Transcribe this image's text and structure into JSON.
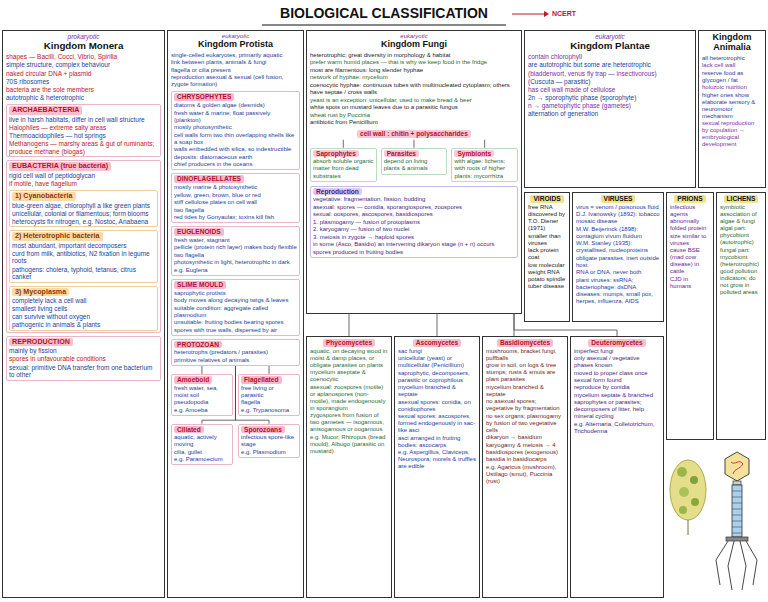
{
  "diagram": {
    "title": "BIOLOGICAL CLASSIFICATION",
    "nodes": [
      {
        "text": [
          "prokaryotic",
          "Kingdom Monera",
          "shapes — Bacilli, Cocci, Vibrio, Spirilla",
          "simple structure, complex behaviour",
          "naked circular DNA + plasmid",
          "70S ribosomes",
          "bacteria are the sole members",
          "autotrophic & heterotrophic"
        ]
      },
      {
        "text": [
          "ARCHAEBACTERIA",
          "live in harsh habitats, differ in cell wall structure",
          "Halophiles — extreme salty areas",
          "Thermoacidophiles — hot springs",
          "Methanogens — marshy areas & gut of ruminants; produce methane (biogas)"
        ],
        "in": 0
      },
      {
        "text": [
          "EUBACTERIA (true bacteria)",
          "rigid cell wall of peptidoglycan",
          "if motile, have flagellum"
        ],
        "in": 0
      },
      {
        "text": [
          "1) Cyanobacteria",
          "blue-green algae, chlorophyll a like green plants",
          "unicellular, colonial or filamentous; form blooms",
          "heterocysts fix nitrogen, e.g. Nostoc, Anabaena"
        ],
        "in": 2
      },
      {
        "text": [
          "2) Heterotrophic bacteria",
          "most abundant, important decomposers",
          "curd from milk, antibiotics, N2 fixation in legume roots",
          "pathogens: cholera, typhoid, tetanus, citrus canker"
        ],
        "in": 2
      },
      {
        "text": [
          "3) Mycoplasma",
          "completely lack a cell wall",
          "smallest living cells",
          "can survive without oxygen",
          "pathogenic in animals & plants"
        ],
        "in": 2
      },
      {
        "text": [
          "REPRODUCTION",
          "mainly by fission",
          "spores in unfavourable conditions",
          "sexual: primitive DNA transfer from one bacterium to other"
        ],
        "in": 0
      },
      {
        "text": [
          "eukaryotic",
          "Kingdom Protista",
          "single-celled eukaryotes, primarily aquatic",
          "link between plants, animals & fungi",
          "flagella or cilia present",
          "reproduction asexual & sexual (cell fusion, zygote formation)"
        ]
      },
      {
        "text": [
          "CHRYSOPHYTES",
          "diatoms & golden algae (desmids)",
          "fresh water & marine; float passively (plankton)",
          "mostly photosynthetic",
          "cell walls form two thin overlapping shells like a soap box",
          "walls embedded with silica, so indestructible",
          "deposits: diatomaceous earth",
          "chief producers in the oceans"
        ],
        "in": 7
      },
      {
        "text": [
          "DINOFLAGELLATES",
          "mostly marine & photosynthetic",
          "yellow, green, brown, blue or red",
          "stiff cellulose plates on cell wall",
          "two flagella",
          "red tides by Gonyaulax; toxins kill fish"
        ],
        "in": 7
      },
      {
        "text": [
          "EUGLENOIDS",
          "fresh water, stagnant",
          "pellicle (protein rich layer) makes body flexible",
          "two flagella",
          "photosynthetic in light, heterotrophic in dark",
          "e.g. Euglena"
        ],
        "in": 7
      },
      {
        "text": [
          "SLIME MOULD",
          "saprophytic protists",
          "body moves along decaying twigs & leaves",
          "suitable condition: aggregate called plasmodium",
          "unsuitable: fruiting bodies bearing spores",
          "spores with true walls, dispersed by air"
        ],
        "in": 7
      },
      {
        "text": [
          "PROTOZOAN",
          "heterotrophs (predators / parasites)",
          "primitive relatives of animals"
        ],
        "in": 7
      },
      {
        "text": [
          "Amoeboid",
          "fresh water, sea, moist soil",
          "pseudopodia",
          "e.g. Amoeba"
        ],
        "in": 7
      },
      {
        "text": [
          "Flagellated",
          "free living or parasitic",
          "flagella",
          "e.g. Trypanosoma"
        ],
        "in": 7
      },
      {
        "text": [
          "Ciliated",
          "aquatic, actively moving",
          "cilia, gullet",
          "e.g. Paramoecium"
        ],
        "in": 7
      },
      {
        "text": [
          "Sporozoans",
          "infectious spore-like stage",
          "e.g. Plasmodium"
        ],
        "in": 7
      },
      {
        "text": [
          "eukaryotic",
          "Kingdom Fungi",
          "heterotrophic; great diversity in morphology & habitat",
          "prefer warm humid places — that is why we keep food in the fridge",
          "most are filamentous: long slender hyphae",
          "network of hyphae: mycelium",
          "coenocytic hyphae: continuous tubes with multinucleated cytoplasm; others have septae / cross walls",
          "yeast is an exception: unicellular, used to make bread & beer",
          "white spots on mustard leaves due to a parasitic fungus",
          "wheat rust by Puccinia",
          "antibiotic from Penicillium"
        ]
      },
      {
        "text": [
          "cell wall : chitin + polysaccharides"
        ],
        "in": 17
      },
      {
        "text": [
          "Saprophytes",
          "absorb soluble organic matter from dead substrates"
        ],
        "in": 17
      },
      {
        "text": [
          "Parasites",
          "depend on living plants & animals"
        ],
        "in": 17
      },
      {
        "text": [
          "Symbionts",
          "with algae: lichens; with roots of higher plants: mycorrhiza"
        ],
        "in": 17
      },
      {
        "text": [
          "Reproduction",
          "vegetative: fragmentation, fission, budding",
          "asexual: spores — conidia, sporangiospores, zoospores",
          "sexual: oospores, ascospores, basidiospores",
          "1. plasmogamy — fusion of protoplasms",
          "2. karyogamy — fusion of two nuclei",
          "3. meiosis in zygote → haploid spores",
          "in some (Asco, Basidio) an intervening dikaryon stage (n + n) occurs",
          "spores produced in fruiting bodies"
        ],
        "in": 17
      },
      {
        "text": [
          "Phycomycetes",
          "aquatic, on decaying wood in moist & damp places, or obligate parasites on plants",
          "mycelium aseptate & coenocytic",
          "asexual: zoospores (motile) or aplanospores (non-motile), made endogenously in sporangium",
          "zygospores from fusion of two gametes — isogamous, anisogamous or oogamous",
          "e.g. Mucor, Rhizopus (bread mould), Albugo (parasitic on mustard)"
        ]
      },
      {
        "text": [
          "Ascomycetes",
          "sac fungi",
          "unicellular (yeast) or multicellular (Penicillium)",
          "saprophytic, decomposers, parasitic or coprophilous",
          "mycelium branched & septate",
          "asexual spores: conidia, on conidiophores",
          "sexual spores: ascospores, formed endogenously in sac-like asci",
          "asci arranged in fruiting bodies: ascocarps",
          "e.g. Aspergillus, Claviceps, Neurospora; morels & truffles are edible"
        ]
      },
      {
        "text": [
          "Basidiomycetes",
          "mushrooms, bracket fungi, puffballs",
          "grow in soil, on logs & tree stumps; rusts & smuts are plant parasites",
          "mycelium branched & septate",
          "no asexual spores; vegetative by fragmentation",
          "no sex organs; plasmogamy by fusion of two vegetative cells",
          "dikaryon → basidium",
          "karyogamy & meiosis → 4 basidiospores (exogenous)",
          "basidia in basidiocarps",
          "e.g. Agaricus (mushroom), Ustilago (smut), Puccinia (rust)"
        ]
      },
      {
        "text": [
          "Deuteromycetes",
          "imperfect fungi",
          "only asexual / vegetative phases known",
          "moved to proper class once sexual form found",
          "reproduce by conidia",
          "mycelium septate & branched",
          "saprophytes or parasites; decomposers of litter, help mineral cycling",
          "e.g. Alternaria, Colletotrichum, Trichoderma"
        ]
      },
      {
        "text": [
          "eukaryotic",
          "Kingdom Plantae",
          "contain chlorophyll",
          "are autotrophic but some are heterotrophic",
          "(bladderwort, venus fly trap — insectivorous)",
          "(Cuscuta — parasitic)",
          "has cell wall made of cellulose",
          "2n → sporophytic phase (sporophyte)",
          "n → gametophytic phase (gametes)",
          "alternation of generation"
        ]
      },
      {
        "text": [
          "Kingdom Animalia",
          "all heterotrophic",
          "lack cell wall",
          "reserve food as glycogen / fat",
          "holozoic nutrition",
          "higher ones show elaborate sensory & neuromotor mechanism",
          "sexual reproduction by copulation → embryological development"
        ]
      },
      {
        "text": [
          "VIROIDS",
          "free RNA",
          "discovered by T.O. Diener (1971)",
          "smaller than viruses",
          "lack protein coat",
          "low molecular weight RNA",
          "potato spindle tuber disease"
        ]
      },
      {
        "text": [
          "VIRUSES",
          "virus = venom / poisonous fluid",
          "D.J. Ivanowsky (1892): tobacco mosaic disease",
          "M.W. Beijerinck (1898): contagium vivum fluidum",
          "W.M. Stanley (1935): crystallised, nucleoproteins",
          "obligate parasites, inert outside host",
          "RNA or DNA, never both",
          "plant viruses: ssRNA; bacteriophage: dsDNA",
          "diseases: mumps, small pox, herpes, influenza, AIDS"
        ]
      },
      {
        "text": [
          "PRIONS",
          "infectious agents",
          "abnormally folded protein",
          "size similar to viruses",
          "cause BSE (mad cow disease) in cattle",
          "CJD in humans"
        ]
      },
      {
        "text": [
          "LICHENS",
          "symbiotic association of algae & fungi",
          "algal part: phycobiont (autotrophic)",
          "fungal part: mycobiont (heterotrophic)",
          "good pollution indicators; do not grow in polluted areas"
        ]
      }
    ],
    "edges": [
      {
        "from": 12,
        "to": 13,
        "arrow": "none"
      },
      {
        "from": 12,
        "to": 14,
        "arrow": "none"
      },
      {
        "from": 12,
        "to": 15,
        "arrow": "none"
      },
      {
        "from": 12,
        "to": 16,
        "arrow": "none"
      },
      {
        "from": 18,
        "to": 19,
        "arrow": "none"
      },
      {
        "from": 18,
        "to": 20,
        "arrow": "none"
      },
      {
        "from": 18,
        "to": 21,
        "arrow": "none"
      },
      {
        "from": 17,
        "to": 23,
        "arrow": "none"
      },
      {
        "from": 17,
        "to": 24,
        "arrow": "none"
      },
      {
        "from": 17,
        "to": 25,
        "arrow": "none"
      },
      {
        "from": 17,
        "to": 26,
        "arrow": "none"
      }
    ],
    "labels": [
      "NCERT"
    ]
  }
}
